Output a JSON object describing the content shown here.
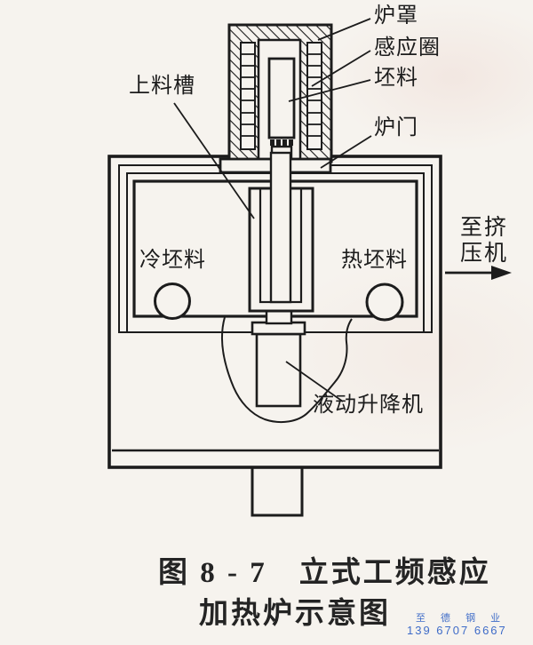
{
  "figure": {
    "caption_line1": "图 8 - 7　立式工频感应",
    "caption_line2": "加热炉示意图"
  },
  "labels": {
    "furnace_cover": "炉罩",
    "induction_coil": "感应圈",
    "billet": "坯料",
    "furnace_door": "炉门",
    "feeding_chute": "上料槽",
    "cold_billet": "冷坯料",
    "hot_billet": "热坯料",
    "to_extruder_line1": "至挤",
    "to_extruder_line2": "压机",
    "hydraulic_lift": "液动升降机"
  },
  "watermark": {
    "company": "至 德 钢 业",
    "phone": "139 6707 6667",
    "color": "#3f6cc8"
  },
  "colors": {
    "ink": "#1c1c1c",
    "paper": "#f6f3ee"
  }
}
